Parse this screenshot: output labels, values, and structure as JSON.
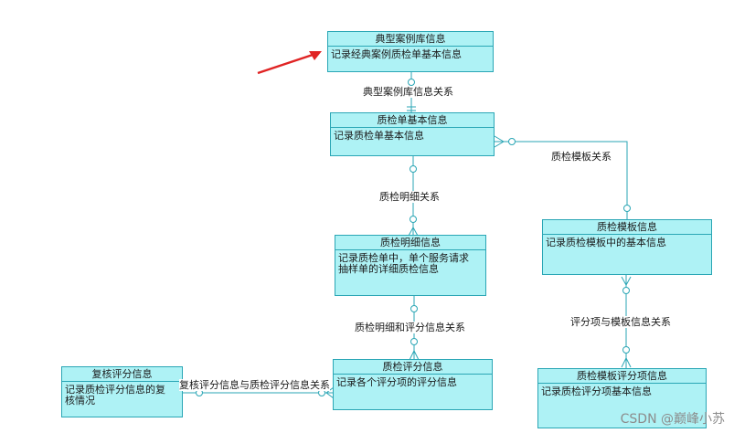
{
  "entities": {
    "case": {
      "title": "典型案例库信息",
      "desc": "记录经典案例质检单基本信息"
    },
    "qc_sheet": {
      "title": "质检单基本信息",
      "desc": "记录质检单基本信息"
    },
    "qc_detail": {
      "title": "质检明细信息",
      "desc": "记录质检单中，单个服务请求\n抽样单的详细质检信息"
    },
    "qc_score": {
      "title": "质检评分信息",
      "desc": "记录各个评分项的评分信息"
    },
    "review": {
      "title": "复核评分信息",
      "desc": "记录质检评分信息的复\n核情况"
    },
    "template": {
      "title": "质检模板信息",
      "desc": "记录质检模板中的基本信息"
    },
    "tpl_item": {
      "title": "质检模板评分项信息",
      "desc": "记录质检评分项基本信息"
    }
  },
  "relations": {
    "case_sheet": "典型案例库信息关系",
    "sheet_detail": "质检明细关系",
    "detail_score": "质检明细和评分信息关系",
    "review_score": "复核评分信息与质检评分信息关系",
    "sheet_template": "质检模板关系",
    "item_template": "评分项与模板信息关系"
  },
  "colors": {
    "entity_fill": "#aef2f5",
    "entity_border": "#2aa6b5",
    "connector": "#2aa6b5",
    "arrow": "#e02424"
  },
  "watermark": "CSDN @巅峰小苏"
}
